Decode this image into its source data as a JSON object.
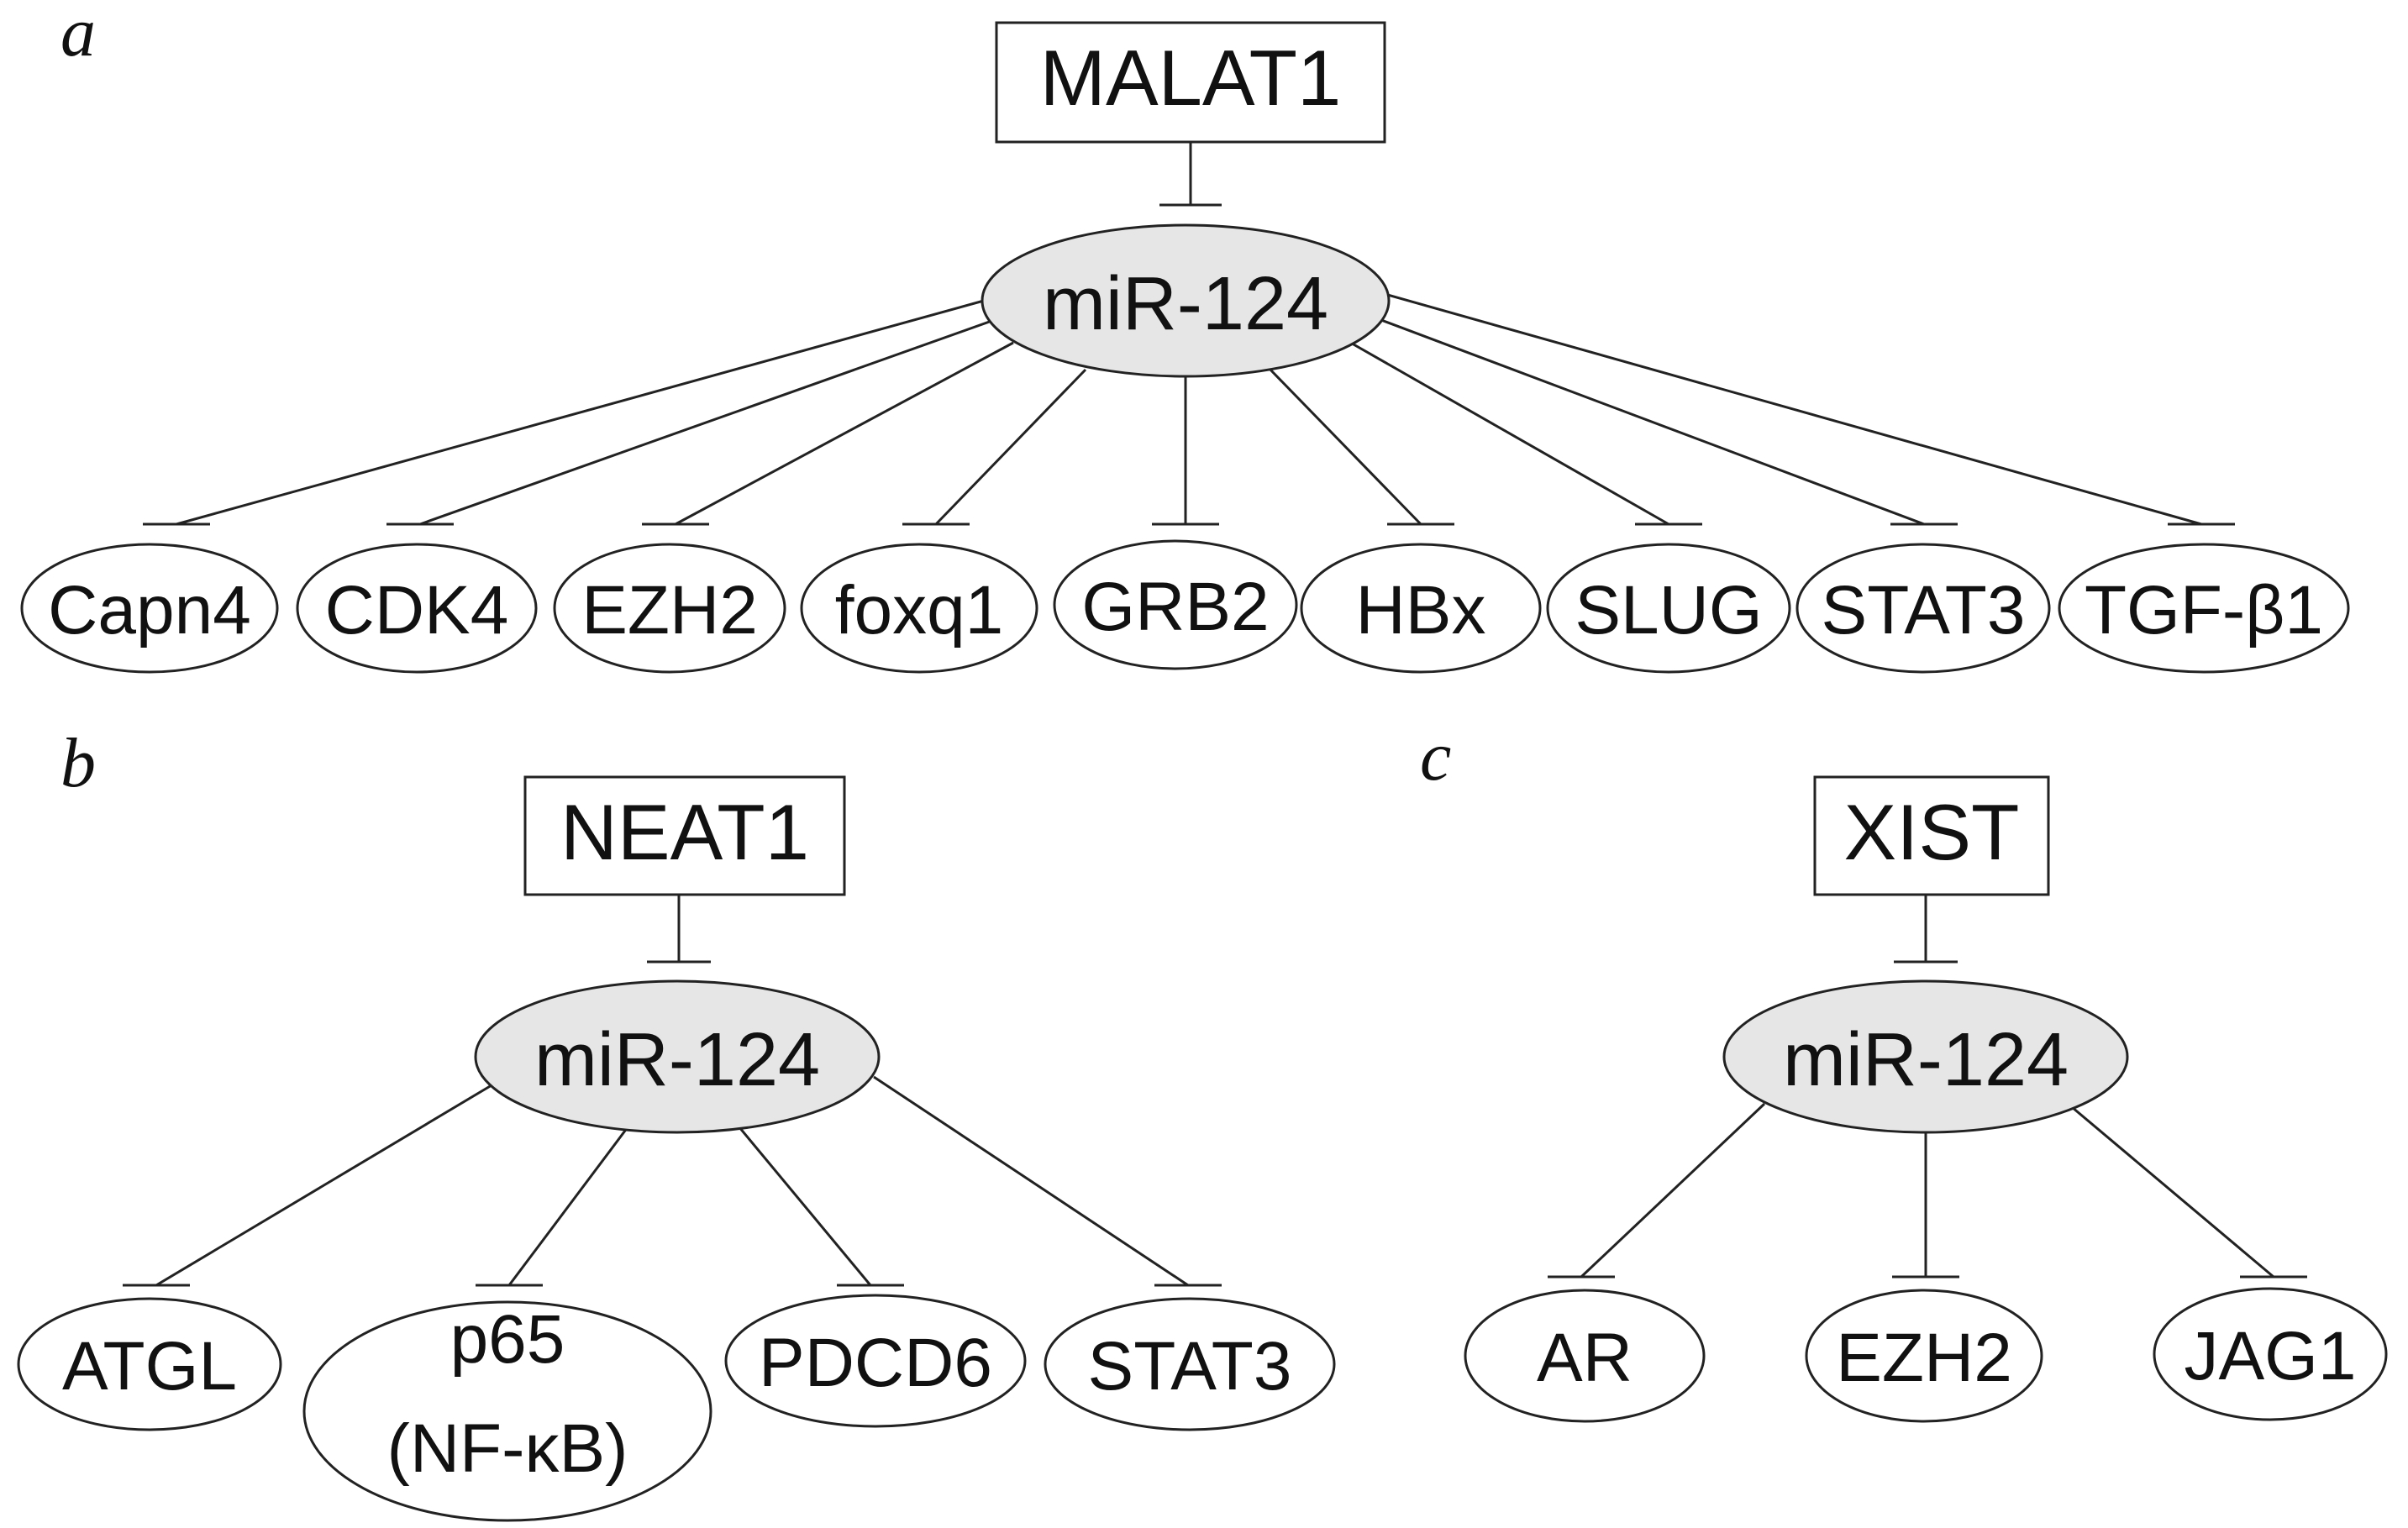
{
  "panels": {
    "a": {
      "letter": "a",
      "lncrna": "MALAT1",
      "mirna": "miR-124",
      "targets": [
        "Capn4",
        "CDK4",
        "EZH2",
        "foxq1",
        "GRB2",
        "HBx",
        "SLUG",
        "STAT3",
        "TGF-β1"
      ]
    },
    "b": {
      "letter": "b",
      "lncrna": "NEAT1",
      "mirna": "miR-124",
      "targets": [
        "ATGL",
        "p65",
        "(NF-κB)",
        "PDCD6",
        "STAT3"
      ]
    },
    "c": {
      "letter": "c",
      "lncrna": "XIST",
      "mirna": "miR-124",
      "targets": [
        "AR",
        "EZH2",
        "JAG1"
      ]
    }
  },
  "colors": {
    "line": "#222222",
    "node_fill": "#ffffff",
    "mirna_fill": "#e6e6e6",
    "text": "#111111"
  }
}
